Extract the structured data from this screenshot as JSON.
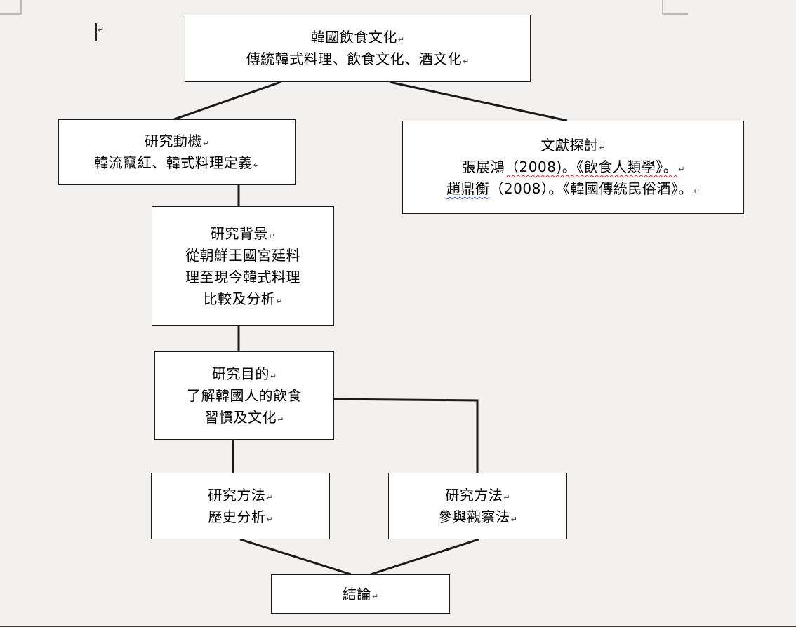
{
  "paragraph_mark": "↵",
  "boxes": {
    "top": {
      "lines": [
        "韓國飲食文化",
        "傳統韓式料理、飲食文化、酒文化"
      ]
    },
    "motivation": {
      "lines": [
        "研究動機",
        "韓流竄紅、韓式料理定義"
      ]
    },
    "literature": {
      "title": "文獻探討",
      "ref1_author": "張展鴻",
      "ref1_rest": "（2008)。《飲食人類學》。",
      "ref2_author": "趙鼎衡",
      "ref2_rest": "（2008）。《韓國傳統民俗酒》。"
    },
    "background": {
      "lines": [
        "研究背景",
        "從朝鮮王國宮廷料",
        "理至現今韓式料理",
        "比較及分析"
      ]
    },
    "purpose": {
      "lines": [
        "研究目的",
        "了解韓國人的飲食",
        "習慣及文化"
      ]
    },
    "method_left": {
      "lines": [
        "研究方法",
        "歷史分析"
      ]
    },
    "method_right": {
      "lines": [
        "研究方法",
        "參與觀察法"
      ]
    },
    "conclusion": {
      "lines": [
        "結論"
      ]
    }
  },
  "colors": {
    "background": "#f2f1f0",
    "box_fill": "#ffffff",
    "line": "#1a1a1a",
    "spell_red": "#d22a2a",
    "spell_blue": "#3355cc"
  }
}
